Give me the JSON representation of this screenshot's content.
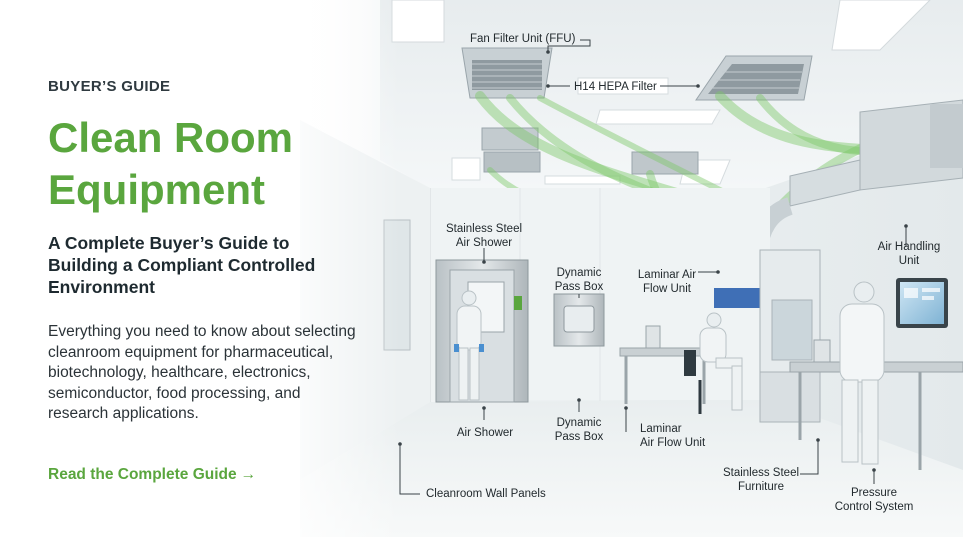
{
  "hero": {
    "eyebrow": "BUYER’S GUIDE",
    "title_line1": "Clean Room",
    "title_line2": "Equipment",
    "subtitle_line1": "A Complete Buyer’s Guide to",
    "subtitle_line2": "Building a Compliant Controlled",
    "subtitle_line3": "Environment",
    "description_line1": "Everything you need to know about selecting",
    "description_line2": "cleanroom equipment for pharmaceutical,",
    "description_line3": "biotechnology, healthcare, electronics,",
    "description_line4": "semiconductor, food processing, and",
    "description_line5": "research applications.",
    "cta_label": "Read the Complete Guide",
    "cta_arrow": "→",
    "accent_color": "#5aa63e"
  },
  "callouts": {
    "ffu": "Fan Filter Unit (FFU)",
    "hepa": "H14 HEPA Filter",
    "stainless_air_shower_line1": "Stainless Steel",
    "stainless_air_shower_line2": "Air Shower",
    "dynamic_pass_box_top_line1": "Dynamic",
    "dynamic_pass_box_top_line2": "Pass Box",
    "laminar_top_line1": "Laminar Air",
    "laminar_top_line2": "Flow Unit",
    "air_handling_line1": "Air Handling",
    "air_handling_line2": "Unit",
    "air_shower": "Air Shower",
    "dynamic_pass_box_bottom_line1": "Dynamic",
    "dynamic_pass_box_bottom_line2": "Pass Box",
    "laminar_bottom_line1": "Laminar",
    "laminar_bottom_line2": "Air Flow Unit",
    "furniture_line1": "Stainless Steel",
    "furniture_line2": "Furniture",
    "wall_panels": "Cleanroom Wall Panels",
    "pressure_line1": "Pressure",
    "pressure_line2": "Control System"
  }
}
